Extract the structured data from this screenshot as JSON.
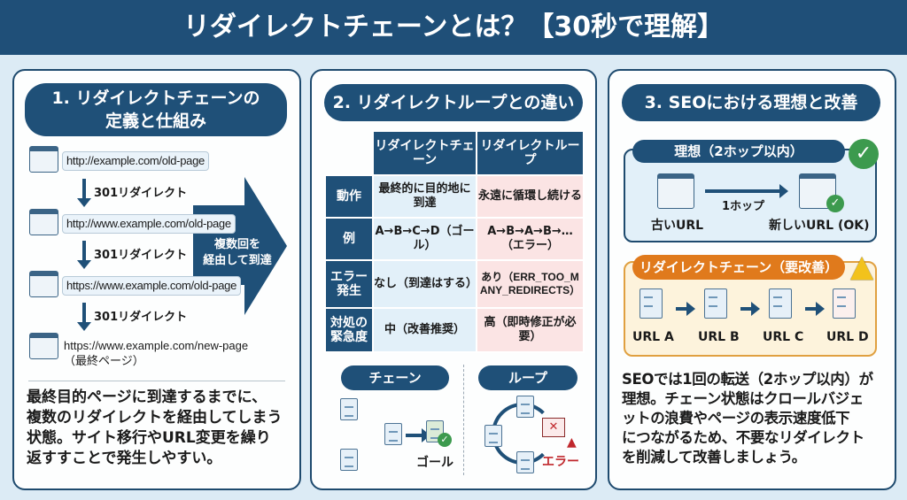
{
  "title": "リダイレクトチェーンとは？【30秒で理解】",
  "colors": {
    "primary": "#1f5078",
    "warning": "#e07a1c",
    "ok": "#3c9a4e",
    "error": "#c0282d",
    "background": "#dcebf5"
  },
  "section1": {
    "heading_line1": "1. リダイレクトチェーンの",
    "heading_line2": "定義と仕組み",
    "urls": [
      "http://example.com/old-page",
      "http://www.example.com/old-page",
      "https://www.example.com/old-page",
      "https://www.example.com/new-page"
    ],
    "final_note": "（最終ページ）",
    "redirect_label": "301リダイレクト",
    "big_arrow_line1": "複数回を",
    "big_arrow_line2": "経由して到達",
    "description": [
      "最終目的ページに到達するまでに、",
      "複数のリダイレクトを経由してしまう",
      "状態。サイト移行やURL変更を繰り",
      "返すすことで発生しやすい。"
    ]
  },
  "section2": {
    "heading": "2. リダイレクトループとの違い",
    "columns": [
      "リダイレクトチェーン",
      "リダイレクトループ"
    ],
    "rows": [
      {
        "label": "動作",
        "chain": "最終的に目的地に到達",
        "loop": "永遠に循環し続ける"
      },
      {
        "label": "例",
        "chain": "A→B→C→D（ゴール）",
        "loop": "A→B→A→B→…（エラー）"
      },
      {
        "label": "エラー発生",
        "chain": "なし（到達はする）",
        "loop": "あり（ERR_TOO_MANY_REDIRECTS）"
      },
      {
        "label": "対処の緊急度",
        "chain": "中（改善推奨）",
        "loop": "高（即時修正が必要）"
      }
    ],
    "chain_label": "チェーン",
    "loop_label": "ループ",
    "goal_label": "ゴール",
    "error_label": "エラー"
  },
  "section3": {
    "heading": "3. SEOにおける理想と改善",
    "ideal": {
      "title": "理想（2ホップ以内）",
      "old_url": "古いURL",
      "hop": "1ホップ",
      "new_url": "新しいURL (OK)"
    },
    "chain": {
      "title": "リダイレクトチェーン（要改善）",
      "urls": [
        "URL A",
        "URL B",
        "URL C",
        "URL D"
      ]
    },
    "description": [
      "SEOでは1回の転送（2ホップ以内）が",
      "理想。チェーン状態はクロールバジェ",
      "ットの浪費やページの表示速度低下",
      "につながるため、不要なリダイレクト",
      "を削減して改善しましょう。"
    ]
  }
}
